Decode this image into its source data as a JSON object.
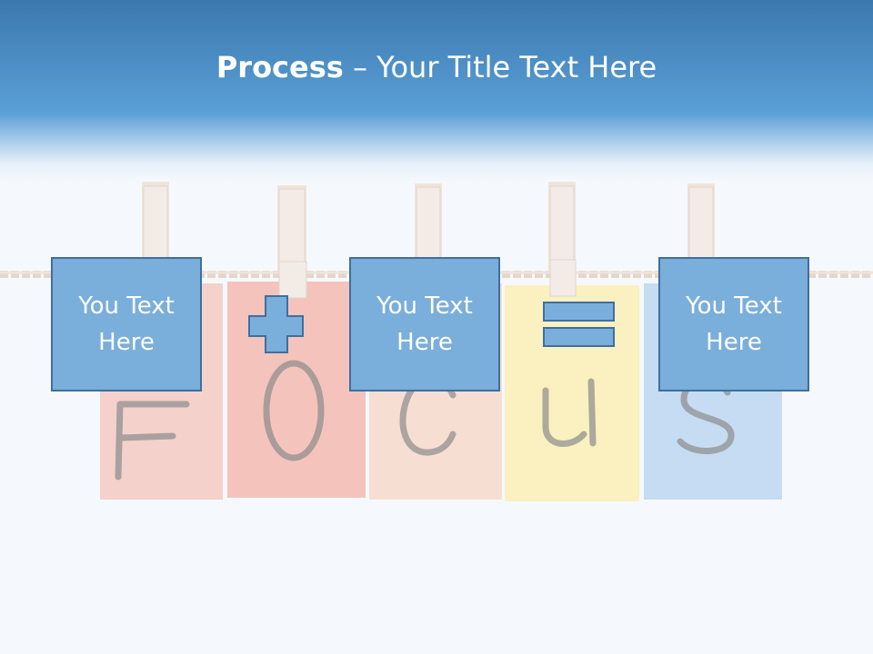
{
  "header": {
    "title_strong": "Process",
    "title_rest": " – Your Title Text Here"
  },
  "background": {
    "letters": [
      "F",
      "O",
      "C",
      "U",
      "S"
    ],
    "note_colors": [
      "#f3c3b9",
      "#f2a79a",
      "#f7d3c0",
      "#fbeeb0",
      "#b9d5ef"
    ]
  },
  "process": {
    "steps": [
      {
        "label": "You Text Here"
      },
      {
        "label": "You Text Here"
      },
      {
        "label": "You Text Here"
      }
    ],
    "operators": [
      "plus",
      "equals"
    ]
  },
  "colors": {
    "box_fill": "#7aaedb",
    "box_border": "#3f6f9f",
    "header_blue": "#4a8bc2"
  }
}
